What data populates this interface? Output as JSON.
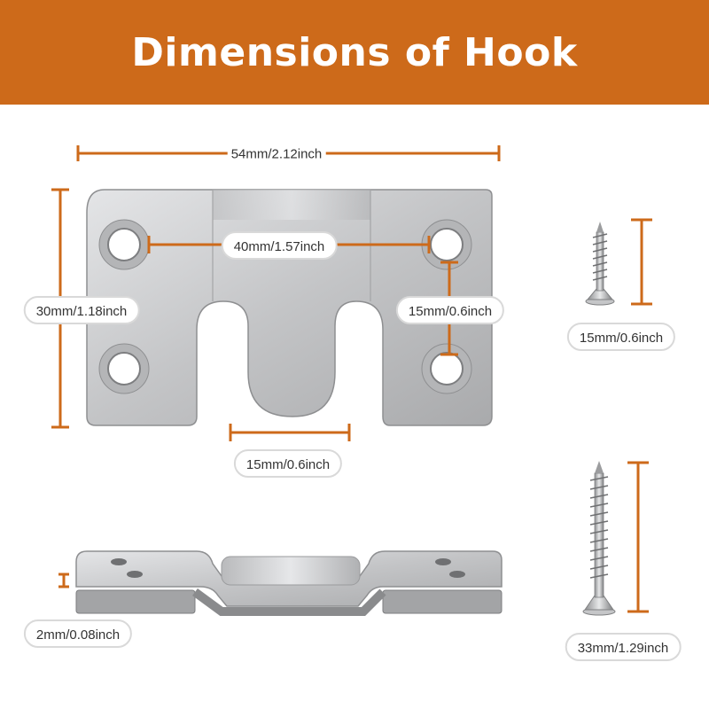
{
  "title": "Dimensions of Hook",
  "dimensions": {
    "width_total": "54mm/2.12inch",
    "hole_spacing": "40mm/1.57inch",
    "height_total": "30mm/1.18inch",
    "hole_vertical": "15mm/0.6inch",
    "tongue_width": "15mm/0.6inch",
    "thickness": "2mm/0.08inch",
    "screw_short": "15mm/0.6inch",
    "screw_long": "33mm/1.29inch"
  },
  "colors": {
    "accent": "#cd6a1a",
    "metal": "#c8c9cb",
    "metal_dark": "#9a9b9d"
  }
}
